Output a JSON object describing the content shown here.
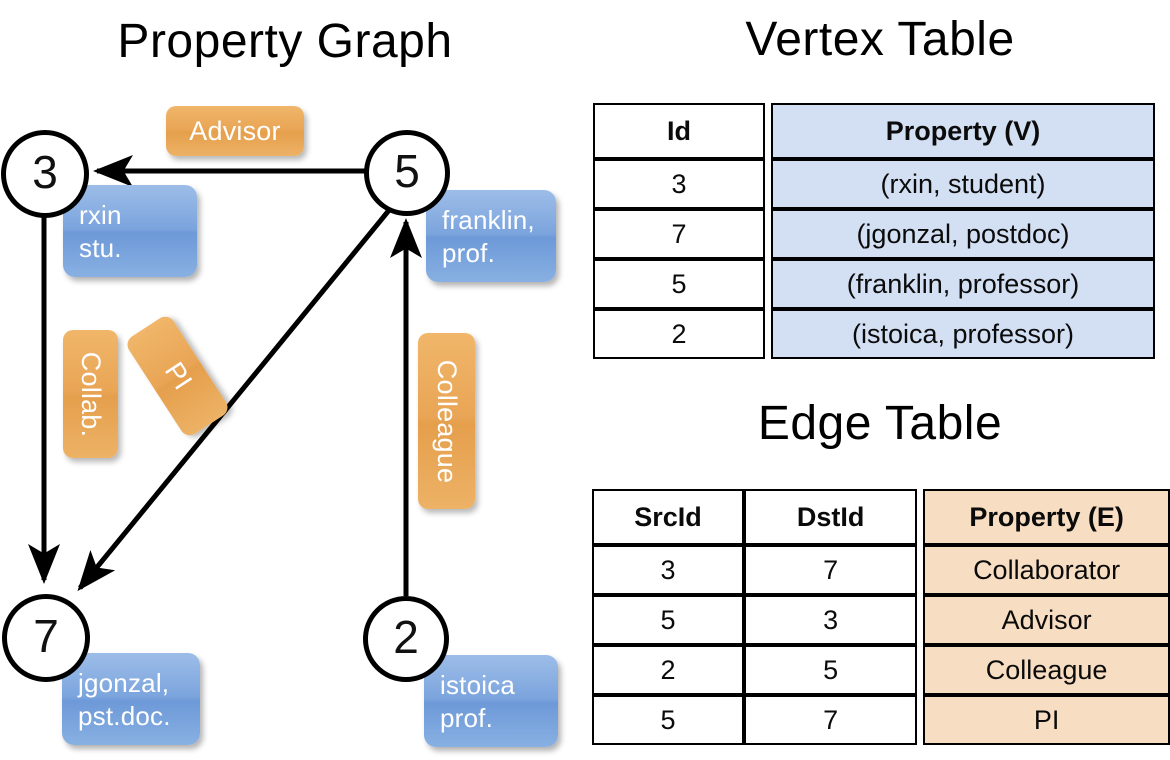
{
  "titles": {
    "property_graph": "Property Graph",
    "vertex_table": "Vertex Table",
    "edge_table": "Edge Table"
  },
  "graph": {
    "nodes": [
      {
        "id": "3",
        "name": "rxin",
        "role": "stu."
      },
      {
        "id": "5",
        "name": "franklin,",
        "role": "prof."
      },
      {
        "id": "7",
        "name": "jgonzal,",
        "role": "pst.doc."
      },
      {
        "id": "2",
        "name": "istoica",
        "role": "prof."
      }
    ],
    "edge_labels": [
      {
        "text": "Advisor"
      },
      {
        "text": "Collab."
      },
      {
        "text": "PI"
      },
      {
        "text": "Colleague"
      }
    ]
  },
  "vertex_table": {
    "headers": [
      "Id",
      "Property (V)"
    ],
    "rows": [
      {
        "id": "3",
        "property": "(rxin, student)"
      },
      {
        "id": "7",
        "property": "(jgonzal, postdoc)"
      },
      {
        "id": "5",
        "property": "(franklin, professor)"
      },
      {
        "id": "2",
        "property": "(istoica, professor)"
      }
    ]
  },
  "edge_table": {
    "headers": [
      "SrcId",
      "DstId",
      "Property (E)"
    ],
    "rows": [
      {
        "src": "3",
        "dst": "7",
        "property": "Collaborator"
      },
      {
        "src": "5",
        "dst": "3",
        "property": "Advisor"
      },
      {
        "src": "2",
        "dst": "5",
        "property": "Colleague"
      },
      {
        "src": "5",
        "dst": "7",
        "property": "PI"
      }
    ]
  },
  "colors": {
    "vertex_fill": "#d3dff2",
    "edge_fill": "#f7ddc2",
    "node_box_blue": "#7ba4dd",
    "edge_label_orange": "#e9a555",
    "stroke": "#000000"
  }
}
